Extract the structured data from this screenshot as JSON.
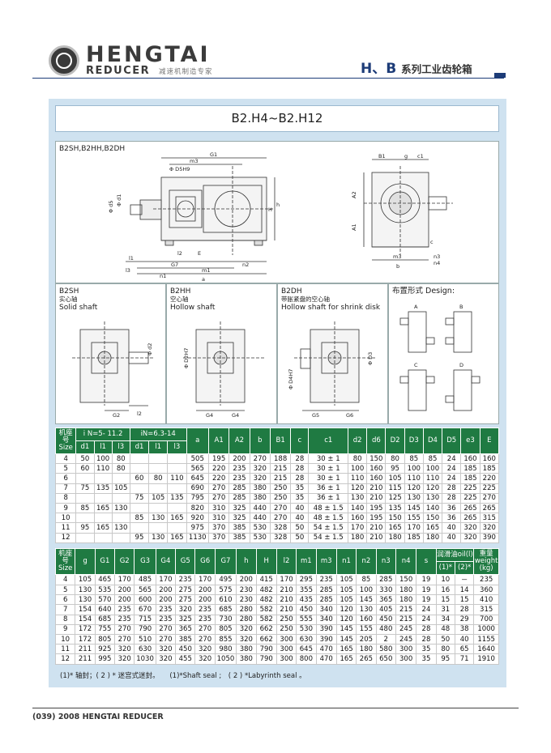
{
  "header": {
    "brand_main": "HENGTAI",
    "brand_sub": "REDUCER",
    "brand_tagline": "减速机制造专家",
    "series_prefix": "H、B",
    "series_text": "系列工业齿轮箱"
  },
  "page_title": "B2.H4~B2.H12",
  "main_drawing": {
    "label": "B2SH,B2HH,B2DH",
    "dims": [
      "G1",
      "m3",
      "Φ D5H9",
      "Φ d5",
      "Φ d1",
      "l1",
      "l2",
      "l3",
      "G7",
      "n1",
      "E",
      "n2",
      "m1",
      "a",
      "H",
      "B1",
      "g",
      "c1",
      "A2",
      "A1",
      "c",
      "m3",
      "b",
      "n3",
      "n4"
    ]
  },
  "sub_drawings": [
    {
      "code": "B2SH",
      "cn": "实心轴",
      "en": "Solid shaft",
      "dims": [
        "Φ d2",
        "G2",
        "l2"
      ]
    },
    {
      "code": "B2HH",
      "cn": "空心轴",
      "en": "Hollow shaft",
      "dims": [
        "Φ D2H7",
        "G4"
      ]
    },
    {
      "code": "B2DH",
      "cn": "带胀紧盘的空心轴",
      "en": "Hollow shaft for shrink disk",
      "dims": [
        "Φ D4H7",
        "Φ D3",
        "G5",
        "G6"
      ]
    },
    {
      "code": "布置形式 Design:",
      "cn": "",
      "en": "",
      "dims": [
        "A",
        "B",
        "C",
        "D"
      ]
    }
  ],
  "table1": {
    "head_size": "机座号 Size",
    "group1": "i N=5- 11.2",
    "group2": "iN=6.3-14",
    "sub_headers": [
      "d1",
      "l1",
      "l3",
      "d1",
      "l1",
      "l3"
    ],
    "headers": [
      "a",
      "A1",
      "A2",
      "b",
      "B1",
      "c",
      "c1",
      "d2",
      "d6",
      "D2",
      "D3",
      "D4",
      "D5",
      "e3",
      "E"
    ],
    "rows": [
      [
        "4",
        "50",
        "100",
        "80",
        "",
        "",
        "",
        "505",
        "195",
        "200",
        "270",
        "188",
        "28",
        "30 ± 1",
        "80",
        "150",
        "80",
        "85",
        "85",
        "24",
        "160",
        "160"
      ],
      [
        "5",
        "60",
        "110",
        "80",
        "",
        "",
        "",
        "565",
        "220",
        "235",
        "320",
        "215",
        "28",
        "30 ± 1",
        "100",
        "160",
        "95",
        "100",
        "100",
        "24",
        "185",
        "185"
      ],
      [
        "6",
        "",
        "",
        "",
        "60",
        "80",
        "110",
        "645",
        "220",
        "235",
        "320",
        "215",
        "28",
        "30 ± 1",
        "110",
        "160",
        "105",
        "110",
        "110",
        "24",
        "185",
        "220"
      ],
      [
        "7",
        "75",
        "135",
        "105",
        "",
        "",
        "",
        "690",
        "270",
        "285",
        "380",
        "250",
        "35",
        "36 ± 1",
        "120",
        "210",
        "115",
        "120",
        "120",
        "28",
        "225",
        "225"
      ],
      [
        "8",
        "",
        "",
        "",
        "75",
        "105",
        "135",
        "795",
        "270",
        "285",
        "380",
        "250",
        "35",
        "36 ± 1",
        "130",
        "210",
        "125",
        "130",
        "130",
        "28",
        "225",
        "270"
      ],
      [
        "9",
        "85",
        "165",
        "130",
        "",
        "",
        "",
        "820",
        "310",
        "325",
        "440",
        "270",
        "40",
        "48 ± 1.5",
        "140",
        "195",
        "135",
        "145",
        "140",
        "36",
        "265",
        "265"
      ],
      [
        "10",
        "",
        "",
        "",
        "85",
        "130",
        "165",
        "920",
        "310",
        "325",
        "440",
        "270",
        "40",
        "48 ± 1.5",
        "160",
        "195",
        "150",
        "155",
        "150",
        "36",
        "265",
        "315"
      ],
      [
        "11",
        "95",
        "165",
        "130",
        "",
        "",
        "",
        "975",
        "370",
        "385",
        "530",
        "328",
        "50",
        "54 ± 1.5",
        "170",
        "210",
        "165",
        "170",
        "165",
        "40",
        "320",
        "320"
      ],
      [
        "12",
        "",
        "",
        "",
        "95",
        "130",
        "165",
        "1130",
        "370",
        "385",
        "530",
        "328",
        "50",
        "54 ± 1.5",
        "180",
        "210",
        "180",
        "185",
        "180",
        "40",
        "320",
        "390"
      ]
    ]
  },
  "table2": {
    "head_size": "机座号 Size",
    "headers": [
      "g",
      "G1",
      "G2",
      "G3",
      "G4",
      "G5",
      "G6",
      "G7",
      "h",
      "H",
      "l2",
      "m1",
      "m3",
      "n1",
      "n2",
      "n3",
      "n4",
      "s"
    ],
    "oil_head": "润滑油oil(l)",
    "oil_sub": [
      "(1)*",
      "(2)*"
    ],
    "weight_head": "重量 weight (kg)",
    "rows": [
      [
        "4",
        "105",
        "465",
        "170",
        "485",
        "170",
        "235",
        "170",
        "495",
        "200",
        "415",
        "170",
        "295",
        "235",
        "105",
        "85",
        "285",
        "150",
        "19",
        "10",
        "－",
        "235"
      ],
      [
        "5",
        "130",
        "535",
        "200",
        "565",
        "200",
        "275",
        "200",
        "575",
        "230",
        "482",
        "210",
        "355",
        "285",
        "105",
        "100",
        "330",
        "180",
        "19",
        "16",
        "14",
        "360"
      ],
      [
        "6",
        "130",
        "570",
        "200",
        "600",
        "200",
        "275",
        "200",
        "610",
        "230",
        "482",
        "210",
        "435",
        "285",
        "105",
        "145",
        "365",
        "180",
        "19",
        "15",
        "15",
        "410"
      ],
      [
        "7",
        "154",
        "640",
        "235",
        "670",
        "235",
        "320",
        "235",
        "685",
        "280",
        "582",
        "210",
        "450",
        "340",
        "120",
        "130",
        "405",
        "215",
        "24",
        "31",
        "28",
        "315"
      ],
      [
        "8",
        "154",
        "685",
        "235",
        "715",
        "235",
        "325",
        "235",
        "730",
        "280",
        "582",
        "250",
        "555",
        "340",
        "120",
        "160",
        "450",
        "215",
        "24",
        "34",
        "29",
        "700"
      ],
      [
        "9",
        "172",
        "755",
        "270",
        "790",
        "270",
        "365",
        "270",
        "805",
        "320",
        "662",
        "250",
        "530",
        "390",
        "145",
        "155",
        "480",
        "245",
        "28",
        "48",
        "38",
        "1000"
      ],
      [
        "10",
        "172",
        "805",
        "270",
        "510",
        "270",
        "385",
        "270",
        "855",
        "320",
        "662",
        "300",
        "630",
        "390",
        "145",
        "205",
        "2",
        "245",
        "28",
        "50",
        "40",
        "1155"
      ],
      [
        "11",
        "211",
        "925",
        "320",
        "630",
        "320",
        "450",
        "320",
        "980",
        "380",
        "790",
        "300",
        "645",
        "470",
        "165",
        "180",
        "580",
        "300",
        "35",
        "80",
        "65",
        "1640"
      ],
      [
        "12",
        "211",
        "995",
        "320",
        "1030",
        "320",
        "455",
        "320",
        "1050",
        "380",
        "790",
        "300",
        "800",
        "470",
        "165",
        "265",
        "650",
        "300",
        "35",
        "95",
        "71",
        "1910"
      ]
    ]
  },
  "note": "(1)* 轴封；( 2 ) * 迷宫式迷封。　　(1)*Shaft seal ;　( 2 ) *Labyrinth seal 。",
  "footer": "(039) 2008 HENGTAI REDUCER"
}
